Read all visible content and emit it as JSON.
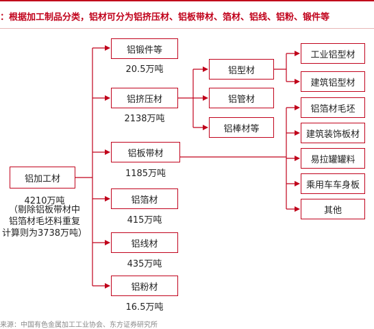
{
  "title": "：根据加工制品分类，铝材可分为铝挤压材、铝板带材、箔材、铝线、铝粉、锻件等",
  "root": {
    "label": "铝加工材",
    "value": "4210万吨",
    "note": "（剔除铝板带材中\n铝箔材毛坯料重复\n计算则为3738万吨）"
  },
  "level2": [
    {
      "label": "铝锻件等",
      "value": "20.5万吨"
    },
    {
      "label": "铝挤压材",
      "value": "2138万吨"
    },
    {
      "label": "铝板带材",
      "value": "1185万吨"
    },
    {
      "label": "铝箔材",
      "value": "415万吨"
    },
    {
      "label": "铝线材",
      "value": "435万吨"
    },
    {
      "label": "铝粉材",
      "value": "16.5万吨"
    }
  ],
  "extrusion_children": [
    "铝型材",
    "铝管材",
    "铝棒材等"
  ],
  "profile_children": [
    "工业铝型材",
    "建筑铝型材"
  ],
  "sheet_children": [
    "铝箔材毛坯",
    "建筑装饰板材",
    "易拉罐罐料",
    "乘用车车身板",
    "其他"
  ],
  "source": "来源：中国有色金属加工工业协会、东方证券研究所"
}
